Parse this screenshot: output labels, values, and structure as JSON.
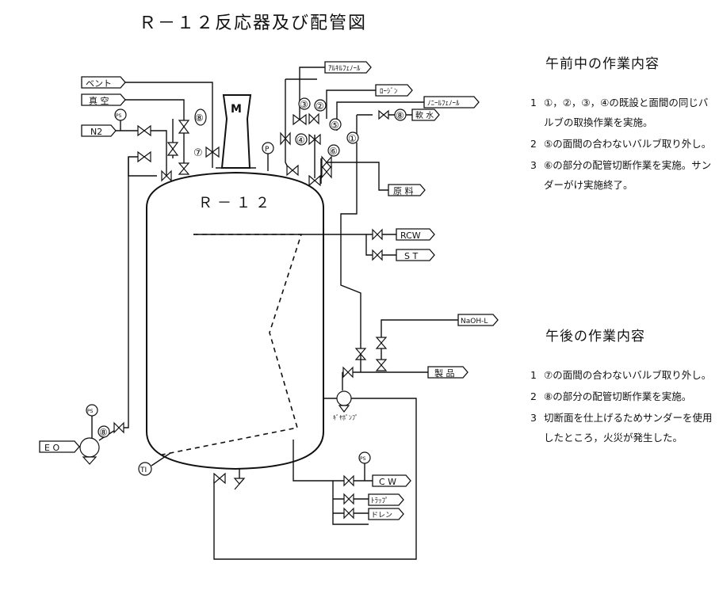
{
  "title": "Ｒ－１２反応器及び配管図",
  "reactor_label": "Ｒ－１２",
  "motor_label": "M",
  "lines": {
    "vent": "ベント",
    "vacuum": "真 空",
    "n2": "N2",
    "eo": "E O",
    "alkyl_phenol": "ｱﾙｷﾙﾌｪﾉｰﾙ",
    "rosin": "ﾛｰｼﾞﾝ",
    "nonyl_phenol": "ﾉﾆｰﾙﾌｪﾉｰﾙ",
    "steam_water": "軟 水",
    "raw_material": "原 料",
    "rcw": "RCW",
    "st": "S T",
    "naoh": "NaOH-L",
    "product": "製 品",
    "cw": "C W",
    "trap": "ﾄﾗｯﾌﾟ",
    "drain": "ドレン"
  },
  "instruments": {
    "ps": "PS",
    "p": "P",
    "ti": "TI",
    "gear_pump": "ｷﾞﾔﾎﾟﾝﾌﾟ"
  },
  "markers": {
    "m1": "①",
    "m2": "②",
    "m3": "③",
    "m4": "④",
    "m5": "⑤",
    "m6": "⑥",
    "m7": "⑦",
    "m8": "⑧"
  },
  "morning": {
    "heading": "午前中の作業内容",
    "items": [
      {
        "num": "1",
        "text": "①，②，③，④の既設と面間の同じバルブの取換作業を実施。"
      },
      {
        "num": "2",
        "text": "⑤の面間の合わないバルブ取り外し。"
      },
      {
        "num": "3",
        "text": "⑥の部分の配管切断作業を実施。サンダーがけ実施終了。"
      }
    ]
  },
  "afternoon": {
    "heading": "午後の作業内容",
    "items": [
      {
        "num": "1",
        "text": "⑦の面間の合わないバルブ取り外し。"
      },
      {
        "num": "2",
        "text": "⑧の部分の配管切断作業を実施。"
      },
      {
        "num": "3",
        "text": "切断面を仕上げるためサンダーを使用したところ，火災が発生した。"
      }
    ]
  }
}
